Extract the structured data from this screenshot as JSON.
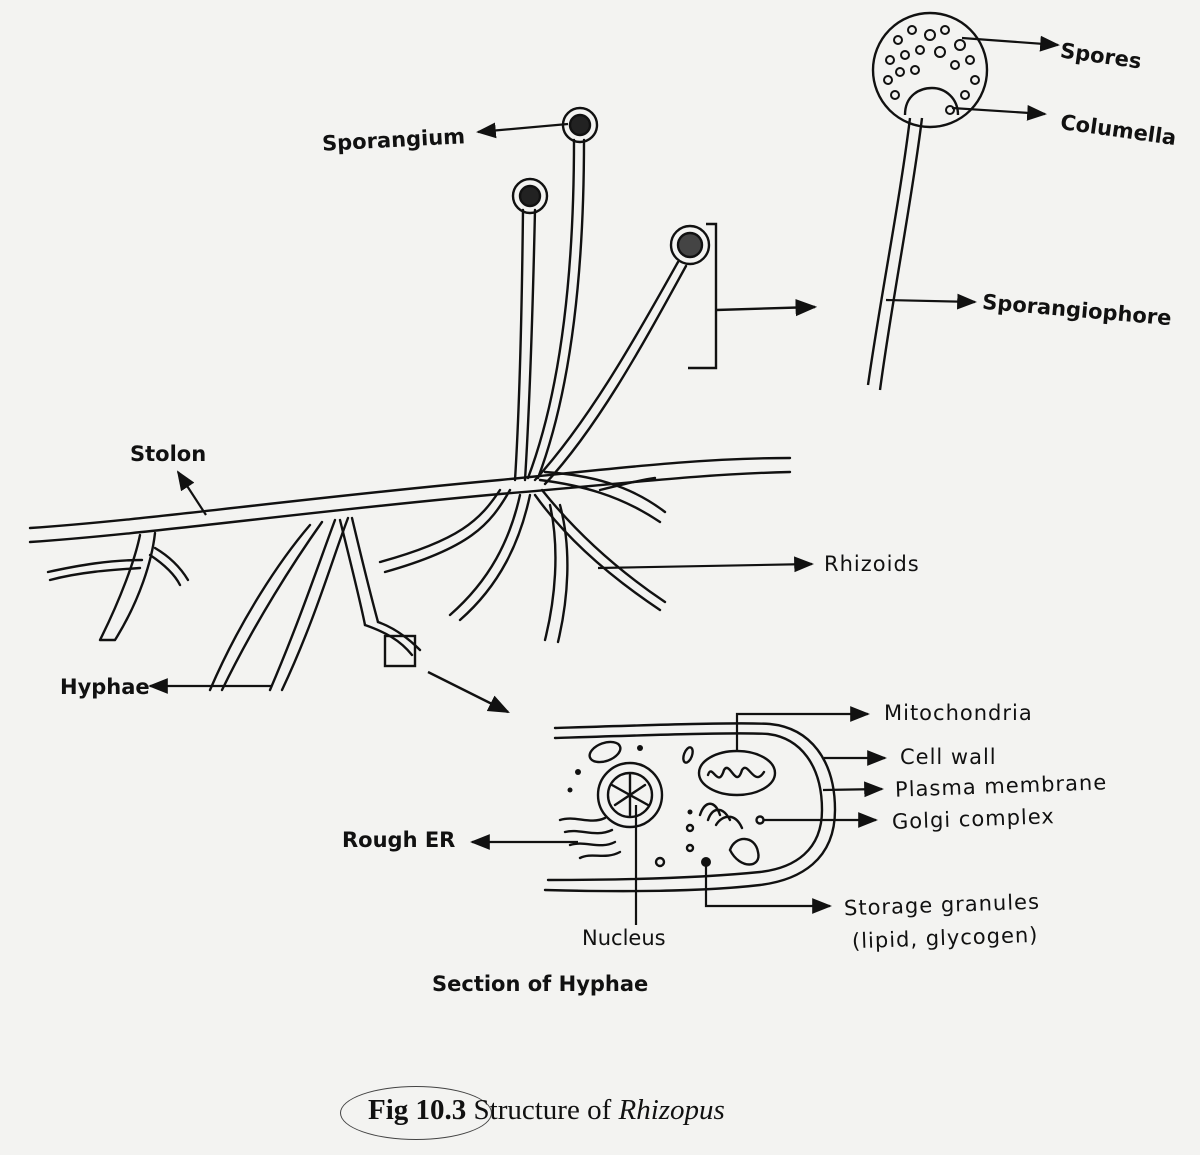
{
  "labels": {
    "sporangium": "Sporangium",
    "spores": "Spores",
    "columella": "Columella",
    "sporangiophore": "Sporangiophore",
    "stolon": "Stolon",
    "rhizoids": "Rhizoids",
    "hyphae": "Hyphae",
    "mitochondria": "Mitochondria",
    "cell_wall": "Cell wall",
    "plasma_membrane": "Plasma membrane",
    "golgi_complex": "Golgi complex",
    "rough_er": "Rough ER",
    "storage_granules": "Storage granules",
    "storage_granules_detail": "(lipid, glycogen)",
    "nucleus": "Nucleus",
    "section_title": "Section of Hyphae"
  },
  "caption": {
    "number": "Fig 10.3",
    "text": "Structure of",
    "organism": "Rhizopus"
  }
}
